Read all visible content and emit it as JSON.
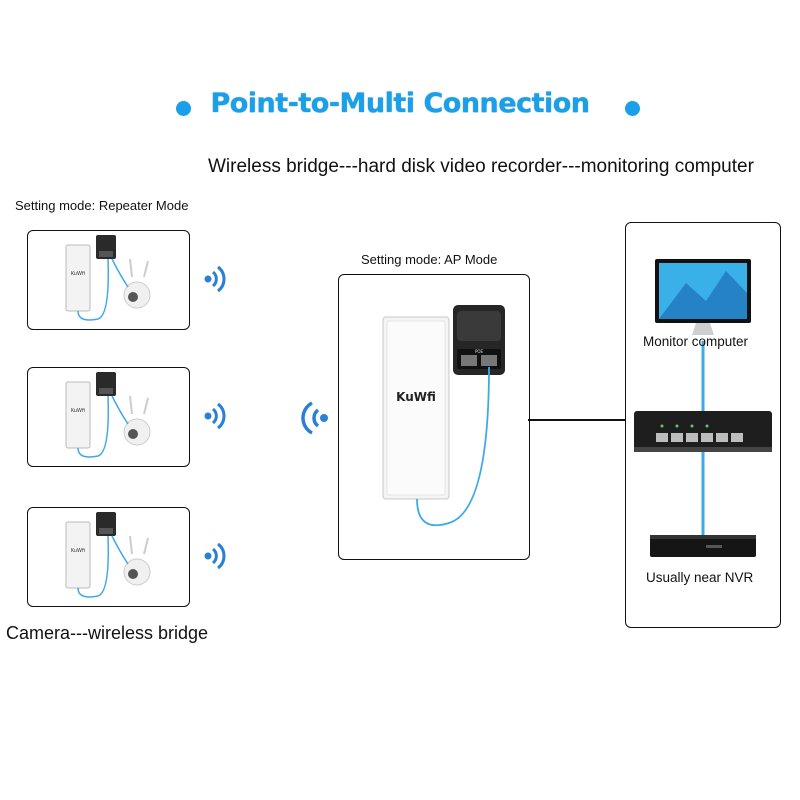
{
  "title": "Point-to-Multi Connection",
  "subtitle": "Wireless bridge---hard disk video recorder---monitoring computer",
  "left": {
    "mode_label": "Setting mode: Repeater Mode",
    "caption": "Camera---wireless bridge",
    "bridge_brand": "KuWfi",
    "units": 3
  },
  "center": {
    "mode_label": "Setting mode: AP Mode",
    "bridge_brand": "KuWfi",
    "poe_label": "POE"
  },
  "right": {
    "monitor_label": "Monitor computer",
    "nvr_label": "Usually near NVR"
  },
  "colors": {
    "accent": "#1aa0e8",
    "cable": "#3fa9e8",
    "signal": "#2a7fd6",
    "line": "#111111"
  }
}
